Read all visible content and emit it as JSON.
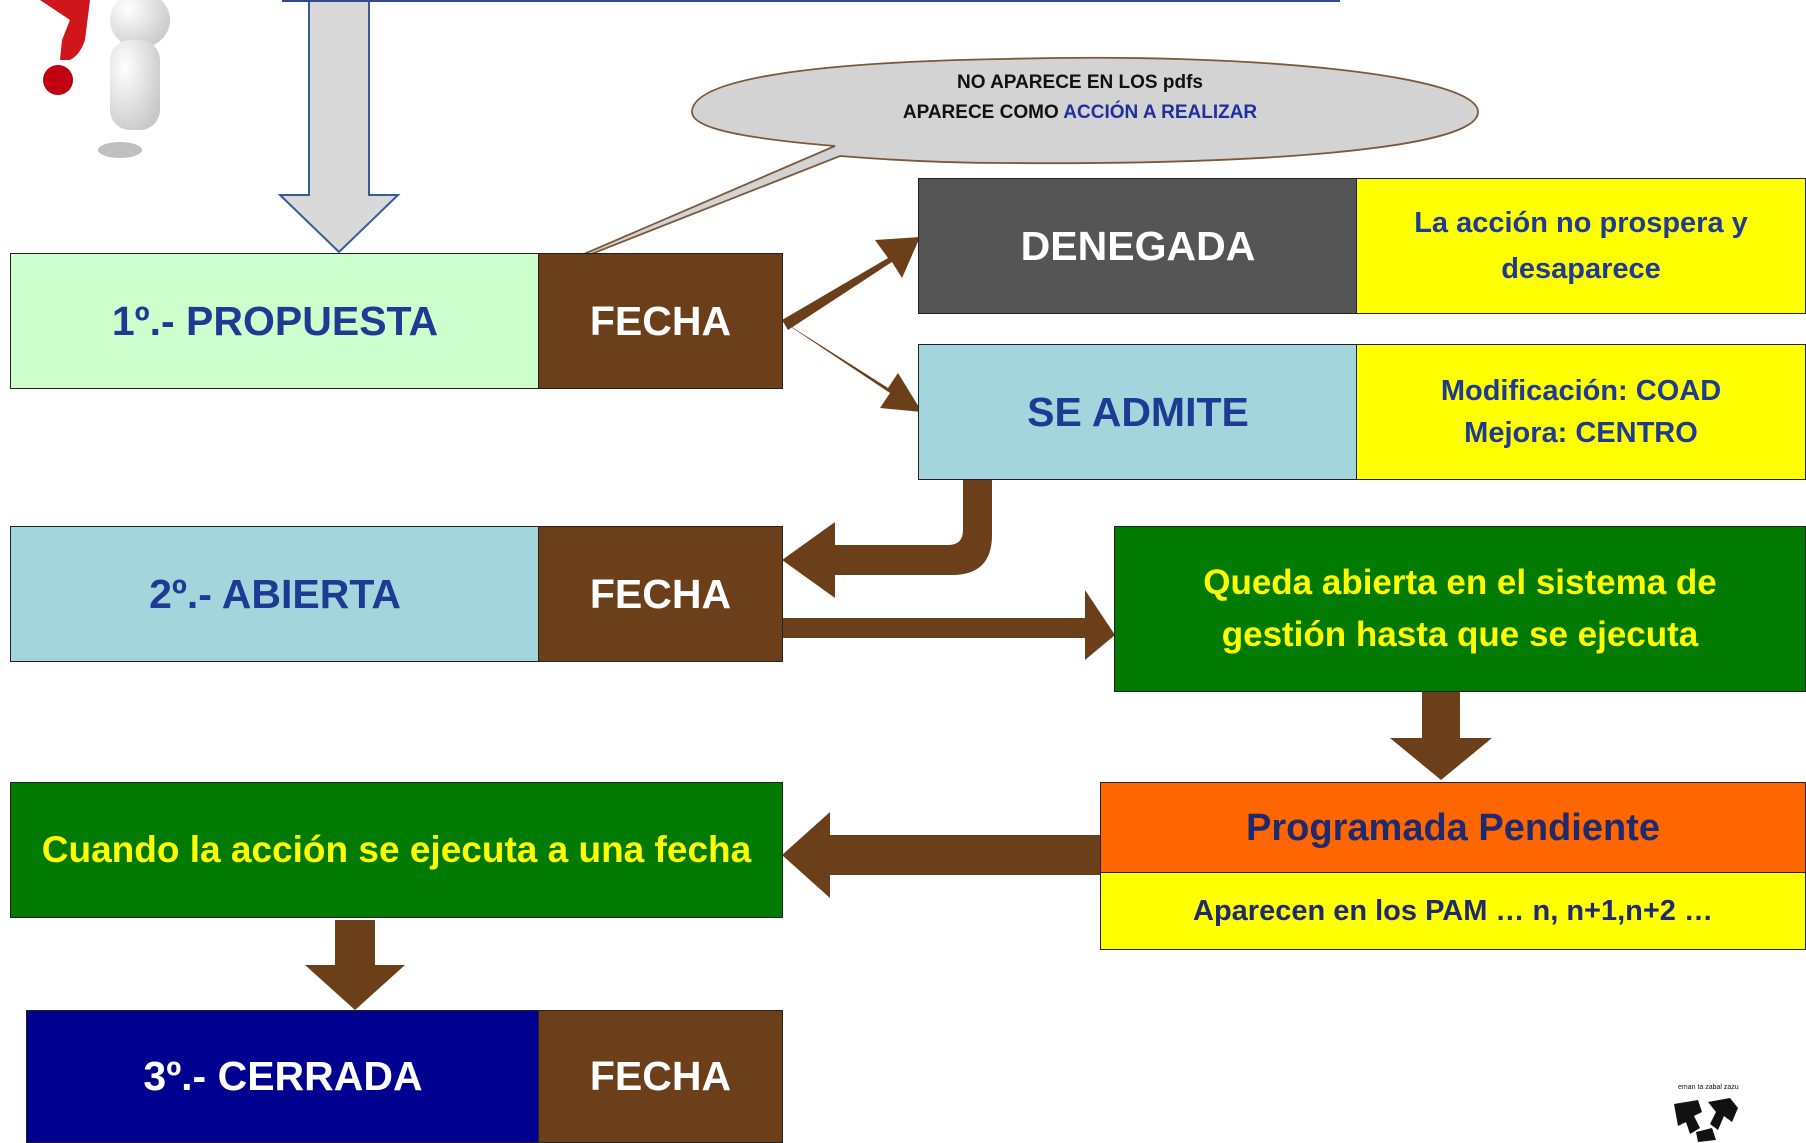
{
  "callout": {
    "line1": "NO APARECE EN  LOS  pdfs",
    "line2_prefix": "APARECE COMO ",
    "line2_highlight": "ACCIÓN A REALIZAR"
  },
  "steps": {
    "propuesta": "1º.- PROPUESTA",
    "abierta": "2º.- ABIERTA",
    "cerrada": "3º.- CERRADA",
    "fecha": "FECHA"
  },
  "outcomes": {
    "denegada": "DENEGADA",
    "denegada_note": "La acción no prospera y desaparece",
    "se_admite": "SE ADMITE",
    "se_admite_note_1": "Modificación: COAD",
    "se_admite_note_2": "Mejora: CENTRO"
  },
  "open_note": "Queda abierta en el sistema de gestión hasta que se ejecuta",
  "programada": {
    "title": "Programada Pendiente",
    "note": "Aparecen en los PAM … n, n+1,n+2 …"
  },
  "executed_note": "Cuando la acción se ejecuta a una fecha",
  "logo": {
    "text": "eman ta zabal zazu",
    "icon": "university-logo-icon"
  },
  "decoration": {
    "icon": "question-mark-figure-icon"
  },
  "colors": {
    "propuesta_bg": "#ccffcc",
    "abierta_bg": "#a3d5dd",
    "fecha_bg": "#6b3f1a",
    "denegada_bg": "#555555",
    "yellow_bg": "#ffff00",
    "green_bg": "#007a00",
    "orange_bg": "#ff6600",
    "cerrada_bg": "#000090",
    "arrow_brown": "#6b3f1a"
  }
}
